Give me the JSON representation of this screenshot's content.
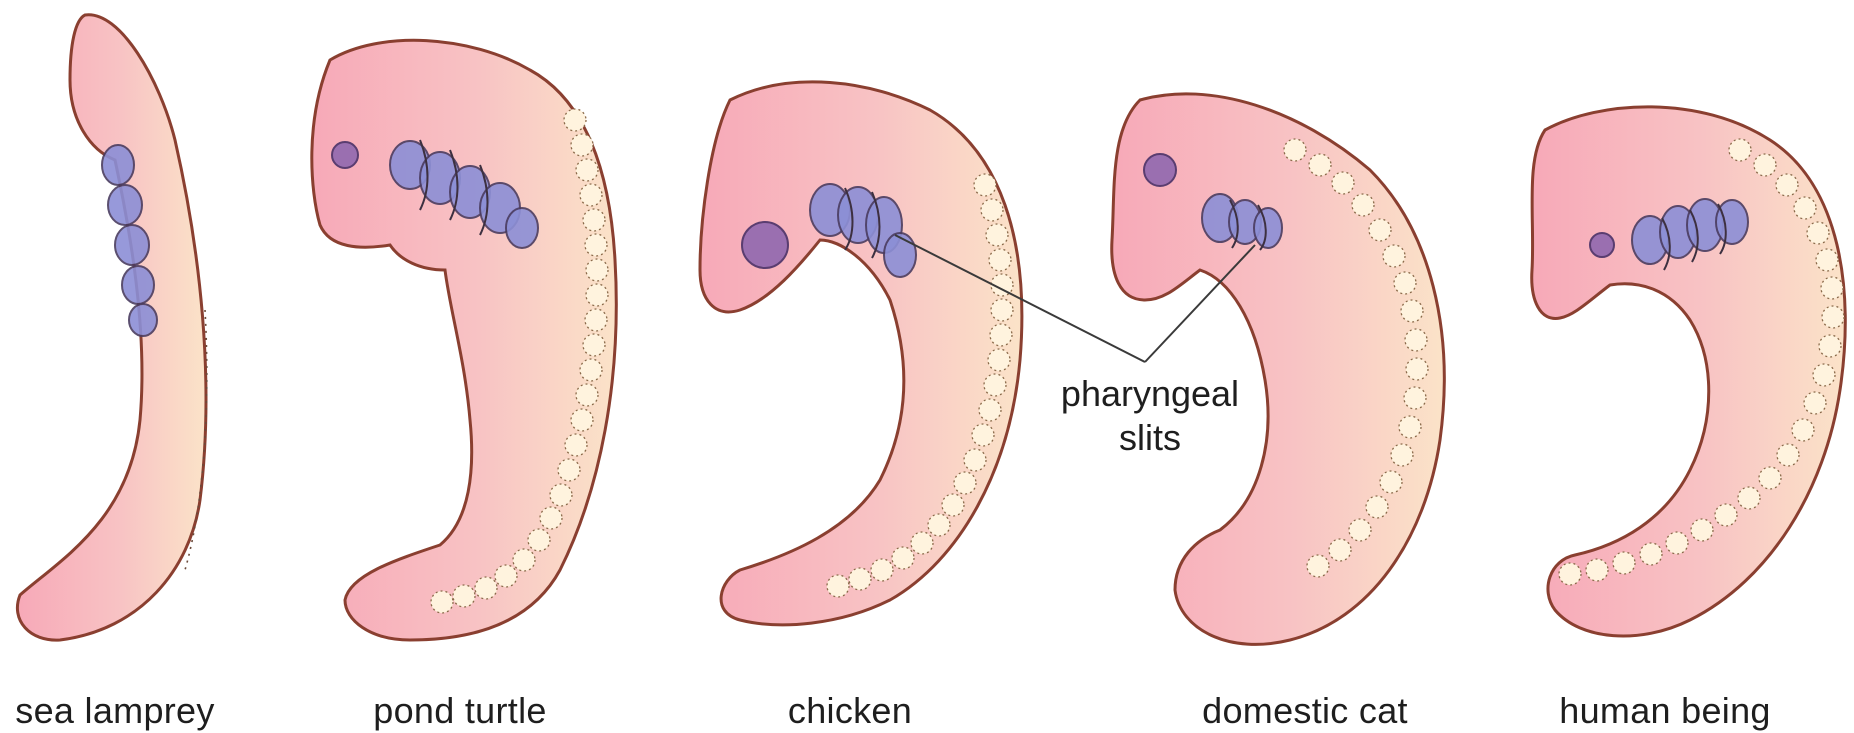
{
  "organisms": [
    {
      "name": "sea lamprey"
    },
    {
      "name": "pond turtle"
    },
    {
      "name": "chicken"
    },
    {
      "name": "domestic cat"
    },
    {
      "name": "human being"
    }
  ],
  "callout": {
    "line1": "pharyngeal",
    "line2": "slits"
  },
  "colors": {
    "body": "#f6b8c0",
    "back": "#fbe3c8",
    "outline": "#8a3f30",
    "slits": "#8c8fd6",
    "eye": "#9a6fb0"
  }
}
